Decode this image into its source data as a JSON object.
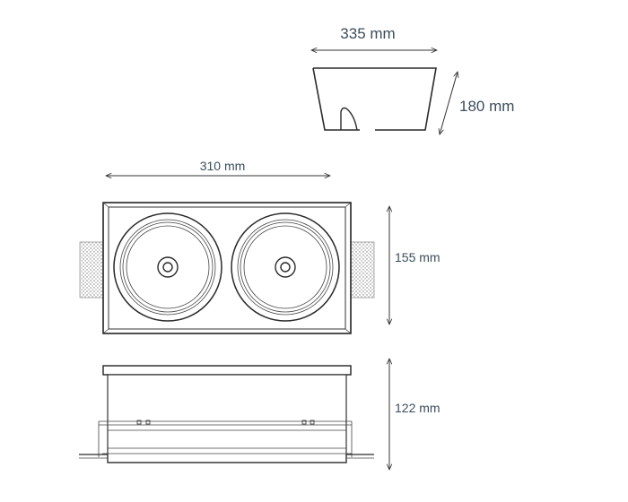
{
  "dimensions": {
    "top_width": "335 mm",
    "top_height": "180 mm",
    "plan_width": "310 mm",
    "plan_height": "155 mm",
    "side_height": "122 mm"
  },
  "colors": {
    "line": "#2a2a2a",
    "text": "#3a4d5c",
    "hatch": "#8a8a8a"
  }
}
